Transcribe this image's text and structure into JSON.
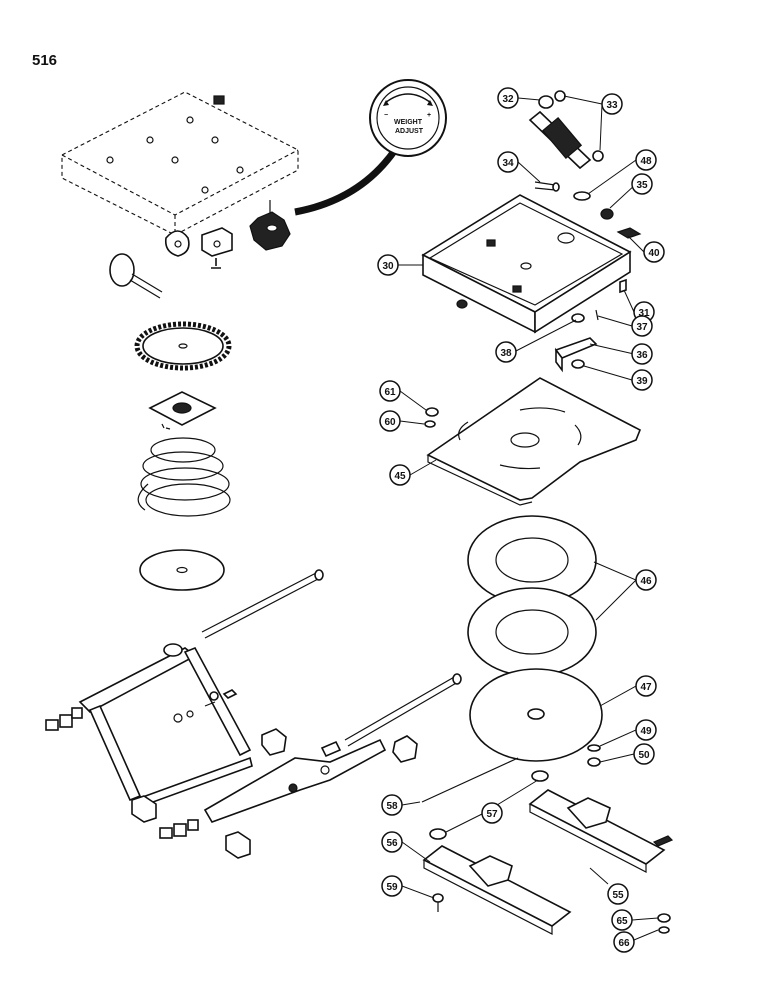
{
  "page": {
    "number": "516"
  },
  "dial": {
    "line1": "WEIGHT",
    "line2": "ADJUST",
    "minus": "−",
    "plus": "+"
  },
  "callouts": {
    "c30": "30",
    "c31": "31",
    "c32": "32",
    "c33": "33",
    "c34": "34",
    "c35": "35",
    "c36": "36",
    "c37": "37",
    "c38": "38",
    "c39": "39",
    "c40": "40",
    "c45": "45",
    "c46": "46",
    "c47": "47",
    "c48": "48",
    "c49": "49",
    "c50": "50",
    "c55": "55",
    "c56": "56",
    "c57": "57",
    "c58": "58",
    "c59": "59",
    "c60": "60",
    "c61": "61",
    "c65": "65",
    "c66": "66"
  }
}
